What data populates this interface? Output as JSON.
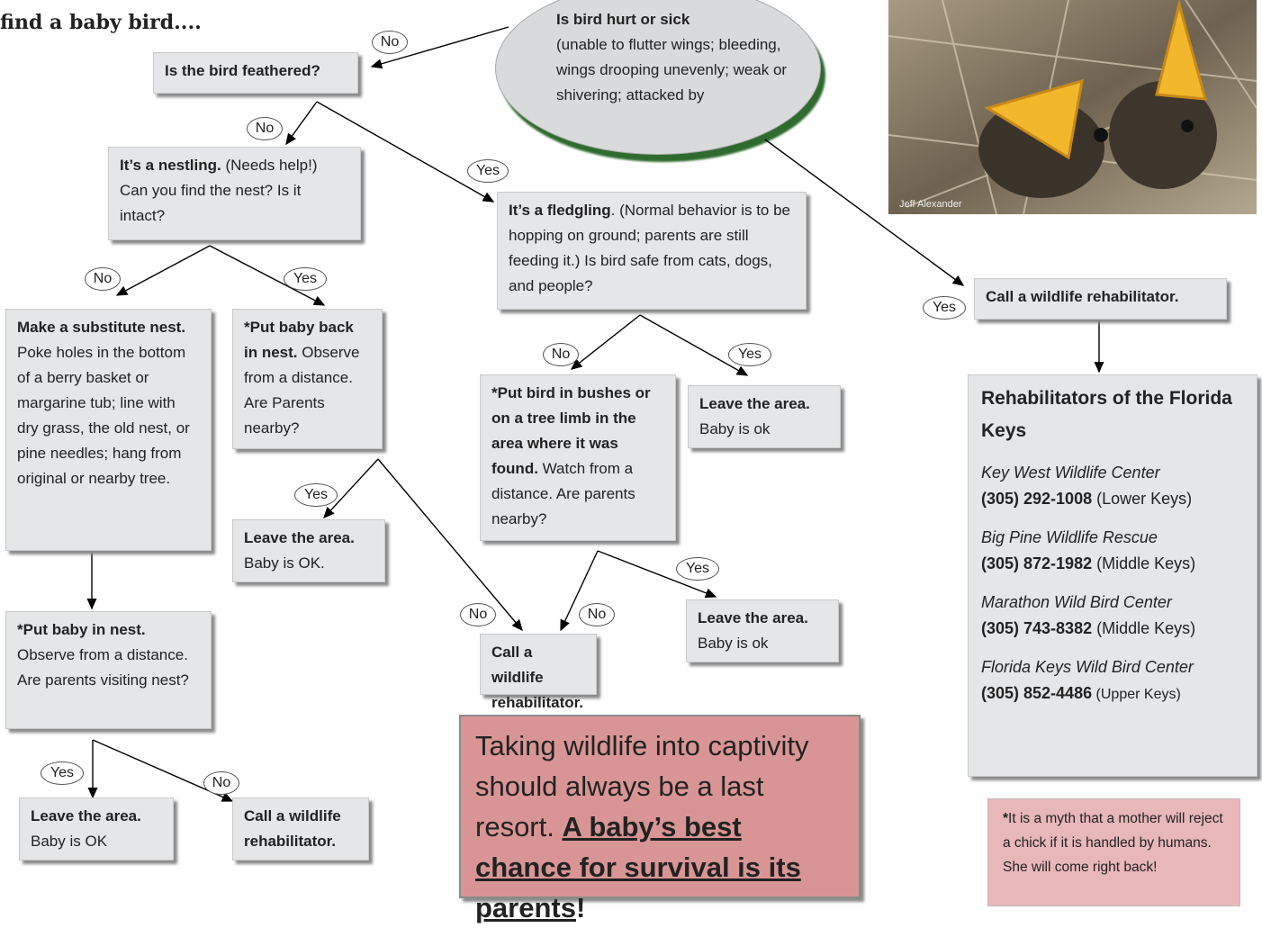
{
  "title": "find a baby bird....",
  "oval": {
    "heading": "Is bird hurt or sick",
    "body": "(unable to flutter wings; bleeding, wings drooping unevenly; weak or shivering; attacked by"
  },
  "photo": {
    "caption": "Jeff Alexander"
  },
  "nodes": {
    "feathered": {
      "bold": "Is the bird feathered?"
    },
    "nestling": {
      "bold": "It’s a nestling.",
      "text": " (Needs help!) Can you find the nest? Is it intact?"
    },
    "fledgling": {
      "bold": "It’s a fledgling",
      "text": ". (Normal  behavior is to be hopping on ground; parents are still feeding it.) Is bird safe from cats, dogs, and people?"
    },
    "call_top": {
      "bold": "Call a wildlife rehabilitator."
    },
    "substitute": {
      "bold": "Make a substitute nest.",
      "text": " Poke holes in the bottom of a berry basket or margarine tub; line with dry grass, the old nest, or pine needles; hang from original or nearby tree."
    },
    "put_back": {
      "bold": "*Put baby back in nest.",
      "text": " Observe from a distance. Are Parents nearby?"
    },
    "bushes": {
      "bold": "*Put bird in bushes or on a tree limb in the area where it was found.",
      "text": " Watch from a distance. Are parents nearby?"
    },
    "leave_ok1": {
      "bold": "Leave the area.",
      "text": " Baby is ok"
    },
    "leave_mid": {
      "bold": "Leave the area.",
      "text": " Baby is OK."
    },
    "put_in_nest": {
      "bold": "*Put baby in nest.",
      "text": " Observe from a distance. Are parents visiting nest?"
    },
    "call_mid": {
      "bold": "Call a wildlife rehabilitator."
    },
    "leave_ok2": {
      "bold": "Leave the area.",
      "text": " Baby is ok"
    },
    "leave_bot": {
      "bold": "Leave the area.",
      "text": " Baby is OK"
    },
    "call_bot": {
      "bold": "Call a wildlife rehabilitator."
    }
  },
  "labels": {
    "no": "No",
    "yes": "Yes"
  },
  "callout": {
    "text": "Taking wildlife into captivity should always be a last resort.  ",
    "emphasis": "A baby’s best chance for survival is its parents",
    "end": "!"
  },
  "rehab": {
    "heading": "Rehabilitators of the Florida Keys",
    "centers": [
      {
        "name": "Key West Wildlife Center",
        "phone": "(305) 292-1008",
        "area": " (Lower Keys)"
      },
      {
        "name": " Big Pine Wildlife Rescue",
        "phone": "(305) 872-1982",
        "area": " (Middle Keys)"
      },
      {
        "name": "Marathon Wild Bird Center",
        "phone": "(305) 743-8382",
        "area": " (Middle Keys)"
      },
      {
        "name": "Florida Keys Wild Bird Center",
        "phone": "(305) 852-4486",
        "area": " (Upper Keys)"
      }
    ]
  },
  "myth": {
    "star": "*",
    "text": "It is a myth that a mother will reject a chick if it is handled by humans.  She will come right back!"
  },
  "colors": {
    "box": "#e5e6e8",
    "callout": "#d99595",
    "myth": "#e8b7b9",
    "oval_shadow": "#2f6b2f"
  }
}
